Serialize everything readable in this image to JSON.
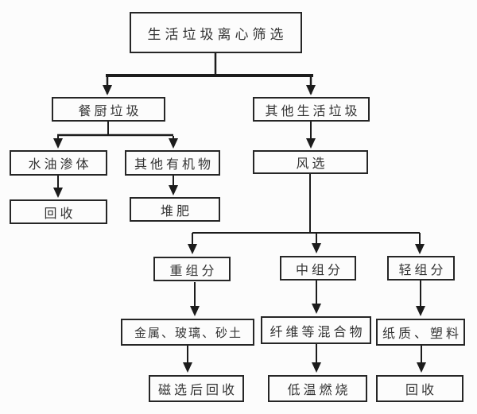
{
  "diagram": {
    "type": "flowchart",
    "language": "zh-CN",
    "colors": {
      "background": "#fcfcfc",
      "line": "#1c1c1c",
      "box_border": "#262626",
      "text": "#333333"
    }
  },
  "nodes": {
    "root": {
      "label": "生活垃圾离心筛选"
    },
    "kitchen": {
      "label": "餐厨垃圾"
    },
    "other": {
      "label": "其他生活垃圾"
    },
    "wateroil": {
      "label": "水油渗体"
    },
    "organic": {
      "label": "其他有机物"
    },
    "wind": {
      "label": "风选"
    },
    "recycle1": {
      "label": "回收"
    },
    "compost": {
      "label": "堆肥"
    },
    "heavy": {
      "label": "重组分"
    },
    "medium": {
      "label": "中组分"
    },
    "light": {
      "label": "轻组分"
    },
    "metal": {
      "label": "金属、玻璃、砂土"
    },
    "fiber": {
      "label": "纤维等混合物"
    },
    "paper": {
      "label": "纸质、塑料"
    },
    "magnetic": {
      "label": "磁选后回收"
    },
    "lowtemp": {
      "label": "低温燃烧"
    },
    "recycle2": {
      "label": "回收"
    }
  },
  "edges": [
    {
      "from": "root",
      "to": "kitchen"
    },
    {
      "from": "root",
      "to": "other"
    },
    {
      "from": "kitchen",
      "to": "wateroil"
    },
    {
      "from": "kitchen",
      "to": "organic"
    },
    {
      "from": "other",
      "to": "wind"
    },
    {
      "from": "wateroil",
      "to": "recycle1"
    },
    {
      "from": "organic",
      "to": "compost"
    },
    {
      "from": "wind",
      "to": "heavy"
    },
    {
      "from": "wind",
      "to": "medium"
    },
    {
      "from": "wind",
      "to": "light"
    },
    {
      "from": "heavy",
      "to": "metal"
    },
    {
      "from": "medium",
      "to": "fiber"
    },
    {
      "from": "light",
      "to": "paper"
    },
    {
      "from": "metal",
      "to": "magnetic"
    },
    {
      "from": "fiber",
      "to": "lowtemp"
    },
    {
      "from": "paper",
      "to": "recycle2"
    }
  ]
}
